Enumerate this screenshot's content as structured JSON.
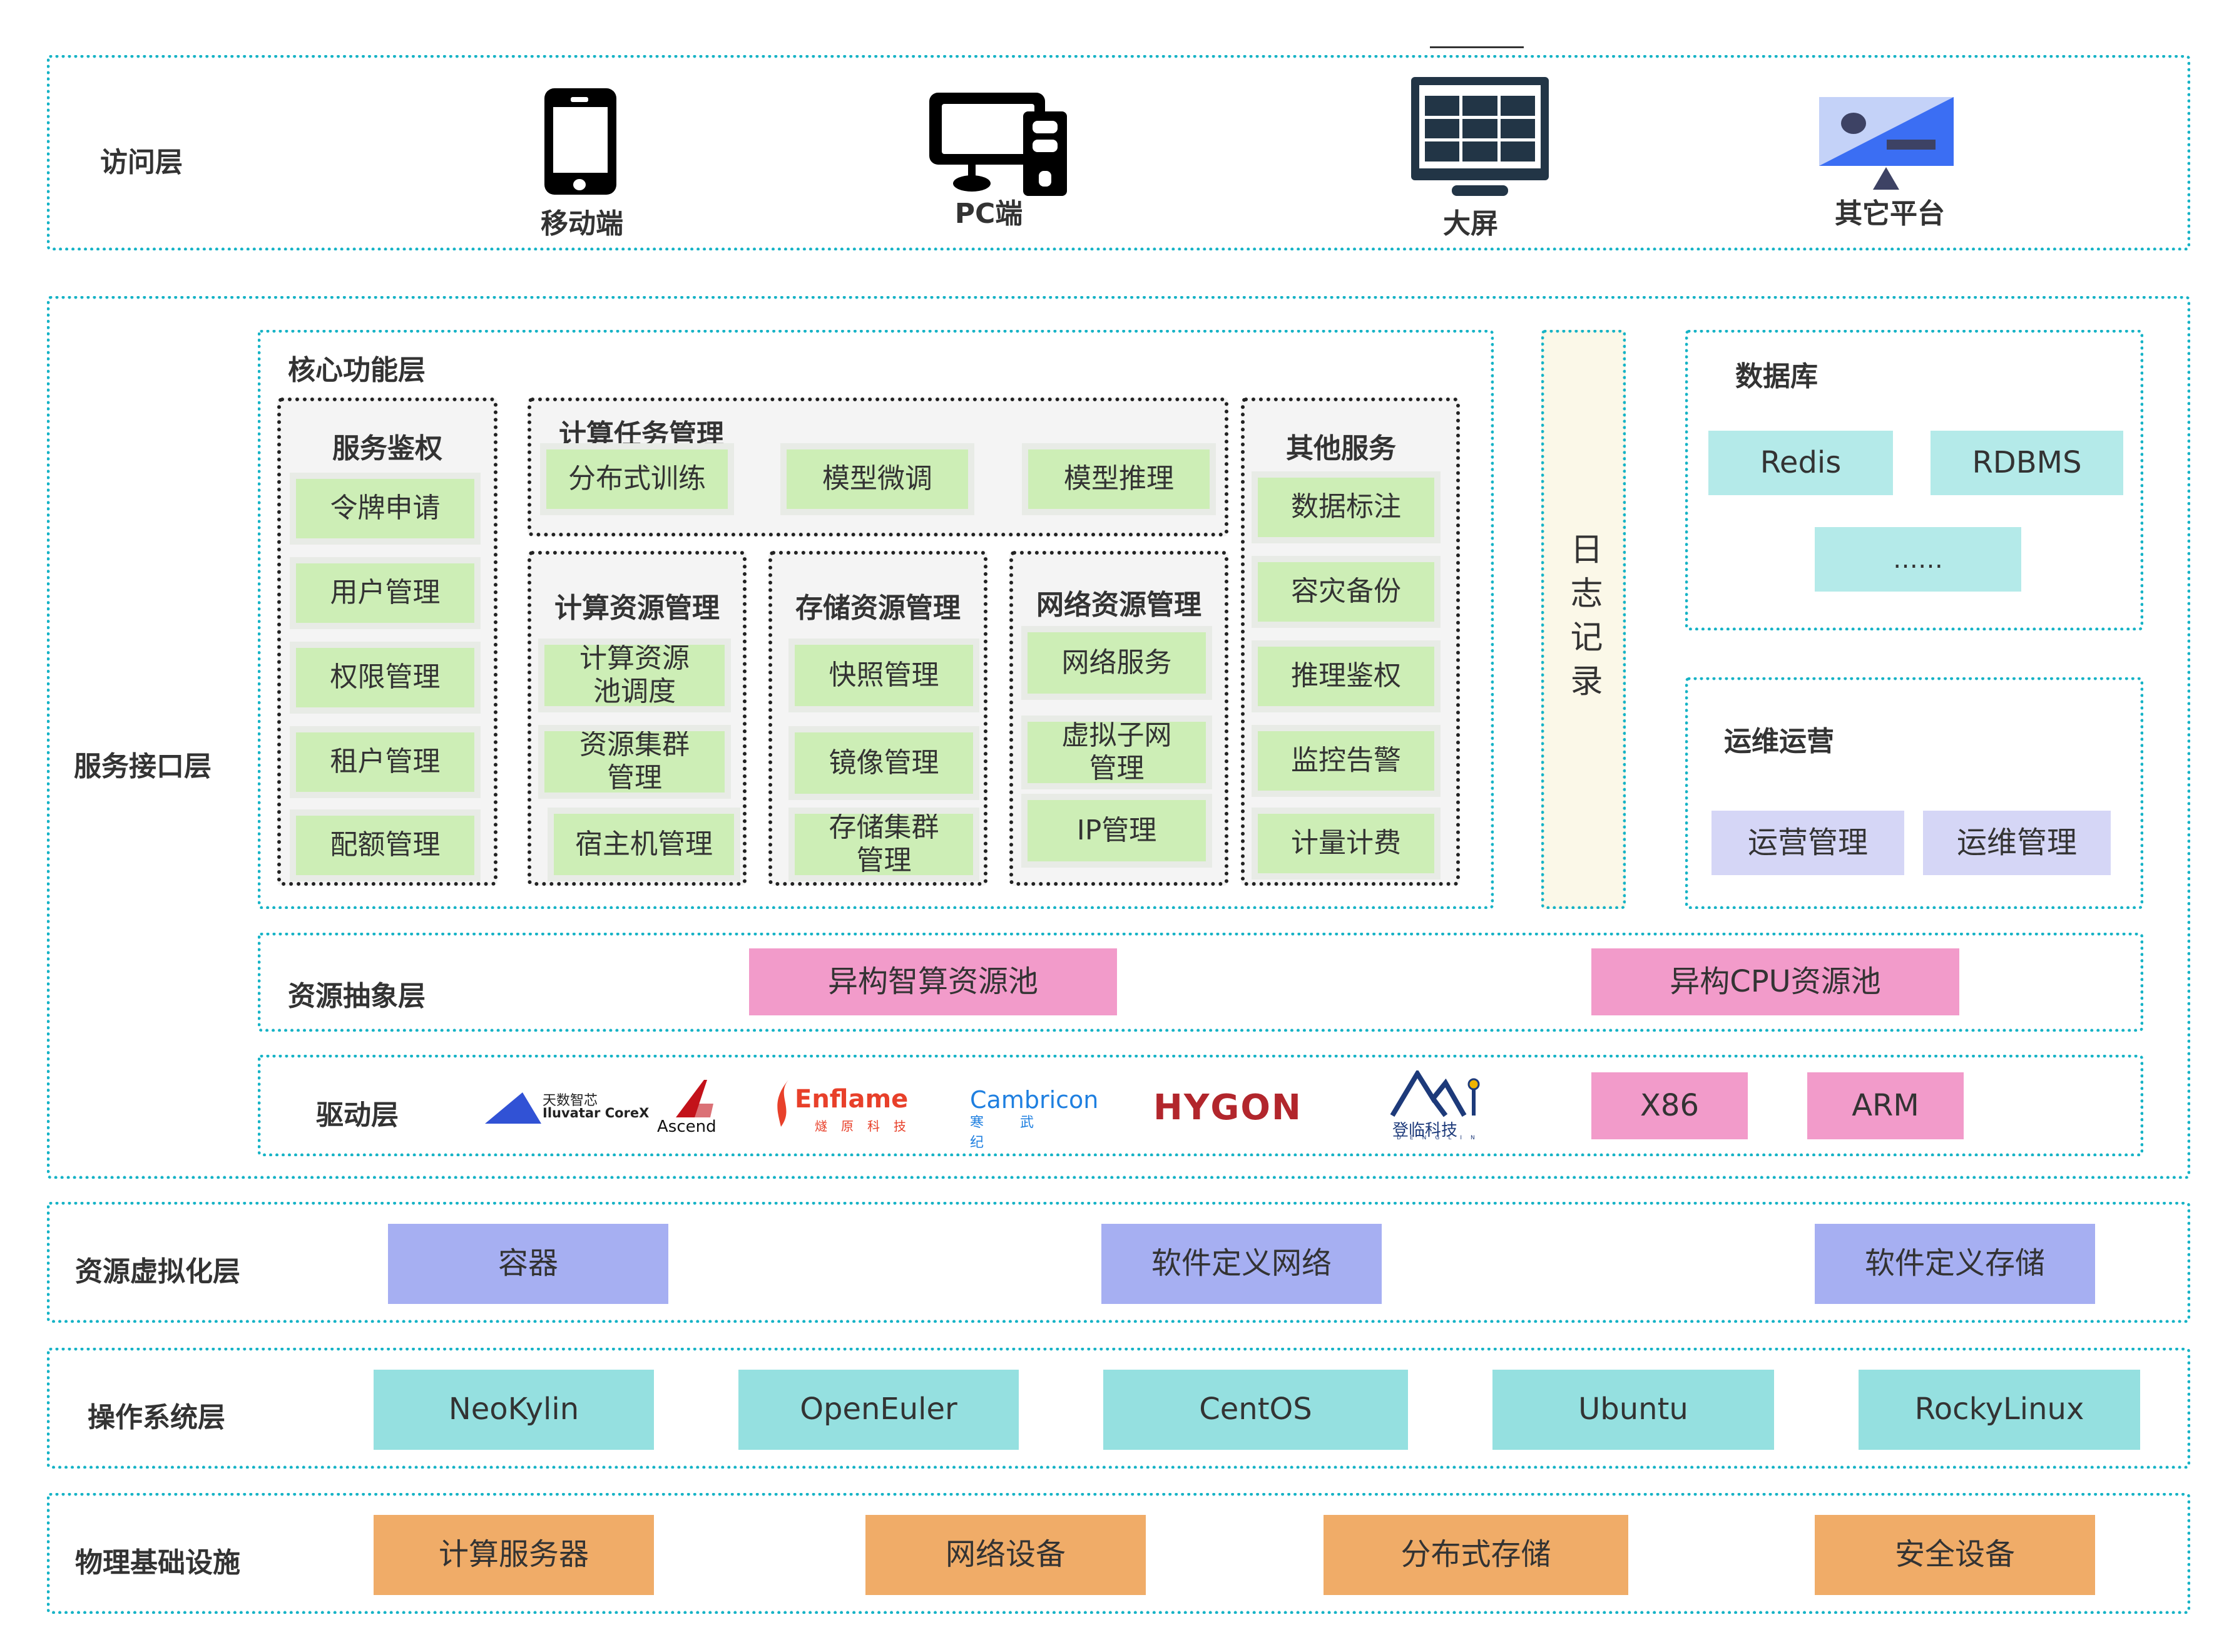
{
  "access_layer": {
    "label": "访问层",
    "items": [
      {
        "icon": "mobile-phone-icon",
        "label": "移动端"
      },
      {
        "icon": "desktop-pc-icon",
        "label": "PC端"
      },
      {
        "icon": "large-screen-icon",
        "label": "大屏"
      },
      {
        "icon": "other-platform-icon",
        "label": "其它平台"
      }
    ]
  },
  "service_layer": {
    "label": "服务接口层",
    "core": {
      "label": "核心功能层",
      "auth": {
        "title": "服务鉴权",
        "items": [
          "令牌申请",
          "用户管理",
          "权限管理",
          "租户管理",
          "配额管理"
        ]
      },
      "task": {
        "title": "计算任务管理",
        "items": [
          "分布式训练",
          "模型微调",
          "模型推理"
        ]
      },
      "compute": {
        "title": "计算资源管理",
        "items": [
          "计算资源池调度",
          "资源集群管理",
          "宿主机管理"
        ]
      },
      "storage": {
        "title": "存储资源管理",
        "items": [
          "快照管理",
          "镜像管理",
          "存储集群管理"
        ]
      },
      "network": {
        "title": "网络资源管理",
        "items": [
          "网络服务",
          "虚拟子网管理",
          "IP管理"
        ]
      },
      "other": {
        "title": "其他服务",
        "items": [
          "数据标注",
          "容灾备份",
          "推理鉴权",
          "监控告警",
          "计量计费"
        ]
      }
    },
    "log": {
      "label": "日志记录"
    },
    "database": {
      "label": "数据库",
      "items": [
        "Redis",
        "RDBMS",
        "……"
      ]
    },
    "ops": {
      "label": "运维运营",
      "items": [
        "运营管理",
        "运维管理"
      ]
    },
    "abstraction": {
      "label": "资源抽象层",
      "items": [
        "异构智算资源池",
        "异构CPU资源池"
      ]
    },
    "driver": {
      "label": "驱动层",
      "vendors": [
        {
          "cn": "天数智芯",
          "en": "Iluvatar CoreX"
        },
        {
          "en": "Ascend"
        },
        {
          "en": "Enflame",
          "cn": "燧原科技"
        },
        {
          "en": "Cambricon",
          "cn": "寒武纪"
        },
        {
          "en": "HYGON"
        },
        {
          "cn": "登临科技",
          "en": "DENGLIN"
        }
      ],
      "arch": [
        "X86",
        "ARM"
      ]
    }
  },
  "virtualization": {
    "label": "资源虚拟化层",
    "items": [
      "容器",
      "软件定义网络",
      "软件定义存储"
    ]
  },
  "os": {
    "label": "操作系统层",
    "items": [
      "NeoKylin",
      "OpenEuler",
      "CentOS",
      "Ubuntu",
      "RockyLinux"
    ]
  },
  "infra": {
    "label": "物理基础设施",
    "items": [
      "计算服务器",
      "网络设备",
      "分布式存储",
      "安全设备"
    ]
  },
  "colors": {
    "border_teal": "#16b3c6",
    "green": "#cdeeb6",
    "db_teal": "#b4eae9",
    "lavender": "#d5d6f6",
    "pink": "#f29bca",
    "periwinkle": "#a6aff2",
    "os_teal": "#95e0e0",
    "orange": "#f0ac68",
    "log_bg": "#fbf8e8"
  }
}
